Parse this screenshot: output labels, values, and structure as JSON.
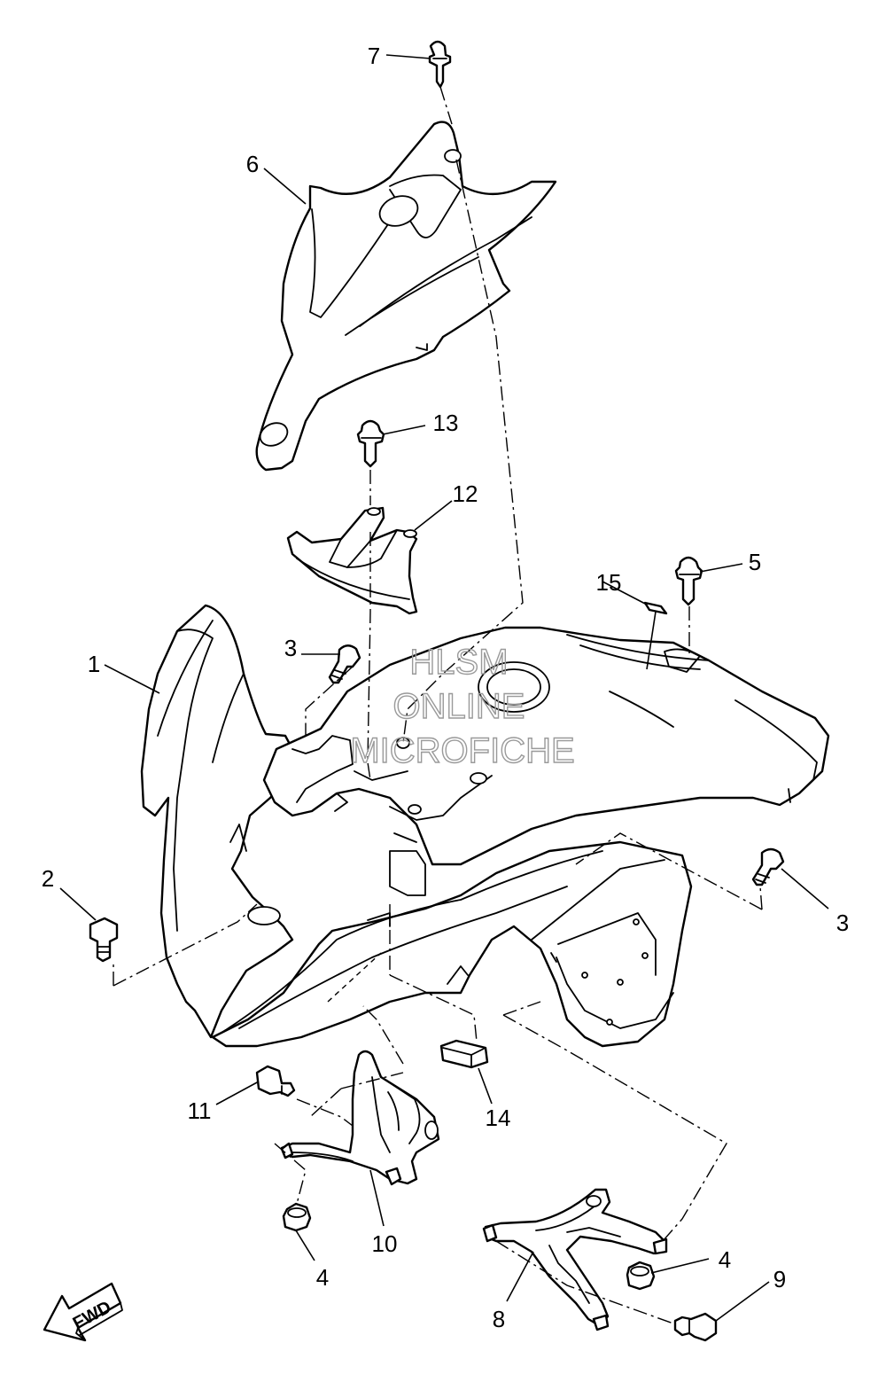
{
  "watermark": {
    "lines": [
      "HLSM",
      "ONLINE",
      "MICROFICHE"
    ],
    "color": "#9a9a9a"
  },
  "direction_badge": {
    "label": "FWD"
  },
  "callouts": [
    {
      "id": "c1",
      "number": "1"
    },
    {
      "id": "c2",
      "number": "2"
    },
    {
      "id": "c3a",
      "number": "3"
    },
    {
      "id": "c3b",
      "number": "3"
    },
    {
      "id": "c4a",
      "number": "4"
    },
    {
      "id": "c4b",
      "number": "4"
    },
    {
      "id": "c5",
      "number": "5"
    },
    {
      "id": "c6",
      "number": "6"
    },
    {
      "id": "c7",
      "number": "7"
    },
    {
      "id": "c8",
      "number": "8"
    },
    {
      "id": "c9",
      "number": "9"
    },
    {
      "id": "c10",
      "number": "10"
    },
    {
      "id": "c11",
      "number": "11"
    },
    {
      "id": "c12",
      "number": "12"
    },
    {
      "id": "c13",
      "number": "13"
    },
    {
      "id": "c14",
      "number": "14"
    },
    {
      "id": "c15",
      "number": "15"
    }
  ],
  "colors": {
    "ink": "#000000",
    "paper": "#ffffff"
  }
}
